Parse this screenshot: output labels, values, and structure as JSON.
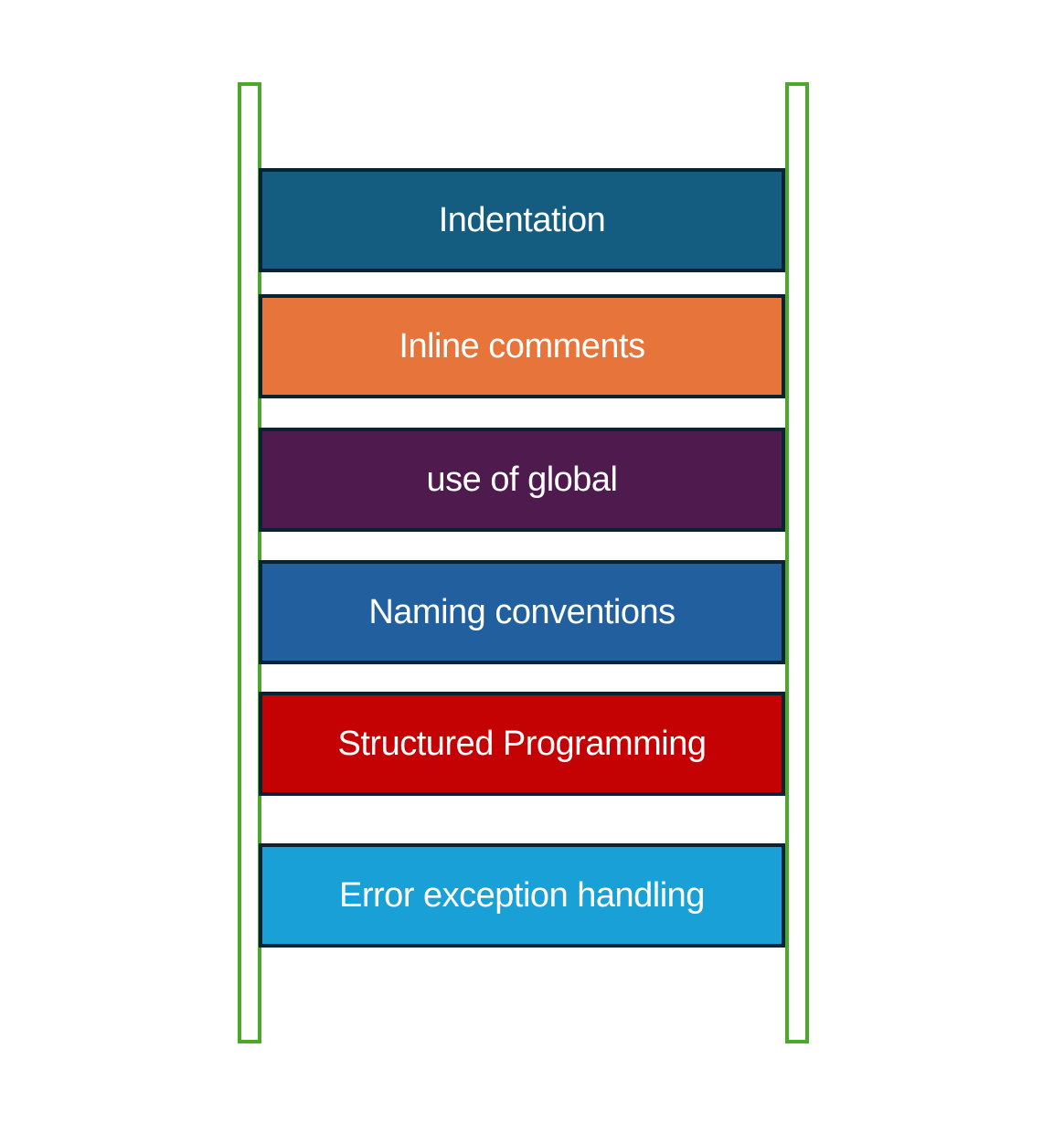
{
  "ladder": {
    "colors": {
      "rail_stroke": "#4CA82B",
      "rail_fill": "#FFFFFF",
      "rung_border": "#0A2334",
      "rung_text": "#FFFFFF",
      "background": "#FFFFFF"
    },
    "rungs": [
      {
        "label": "Indentation",
        "color": "#155D80"
      },
      {
        "label": "Inline comments",
        "color": "#E7743B"
      },
      {
        "label": "use of global",
        "color": "#4F1A4D"
      },
      {
        "label": "Naming conventions",
        "color": "#215F9E"
      },
      {
        "label": "Structured Programming",
        "color": "#C40203"
      },
      {
        "label": "Error exception handling",
        "color": "#18A0D7"
      }
    ]
  }
}
